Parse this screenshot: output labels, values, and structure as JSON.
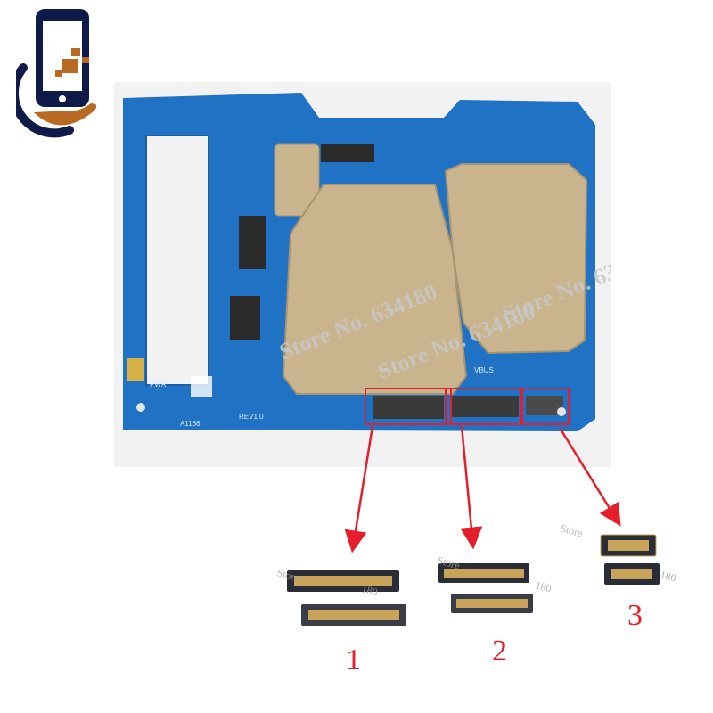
{
  "watermark": {
    "text": "Store No. 634180",
    "fragment_left": "Store",
    "fragment_right": "180",
    "fragment_top": "Store",
    "fragment_mid": "180"
  },
  "board": {
    "silk_bvus": "VBUS",
    "silk_rev": "REV1.0",
    "silk_model": "A1166",
    "silk_pwr": "PWR"
  },
  "labels": {
    "connector_1": "1",
    "connector_2": "2",
    "connector_3": "3"
  },
  "colors": {
    "pcb_blue": "#1f72c4",
    "shield_gold": "#c9b48e",
    "arrow_red": "#e41e2b",
    "logo_navy": "#0e1a4a",
    "logo_orange": "#b86a23"
  },
  "icons": [
    "phone-repair-logo-icon"
  ]
}
